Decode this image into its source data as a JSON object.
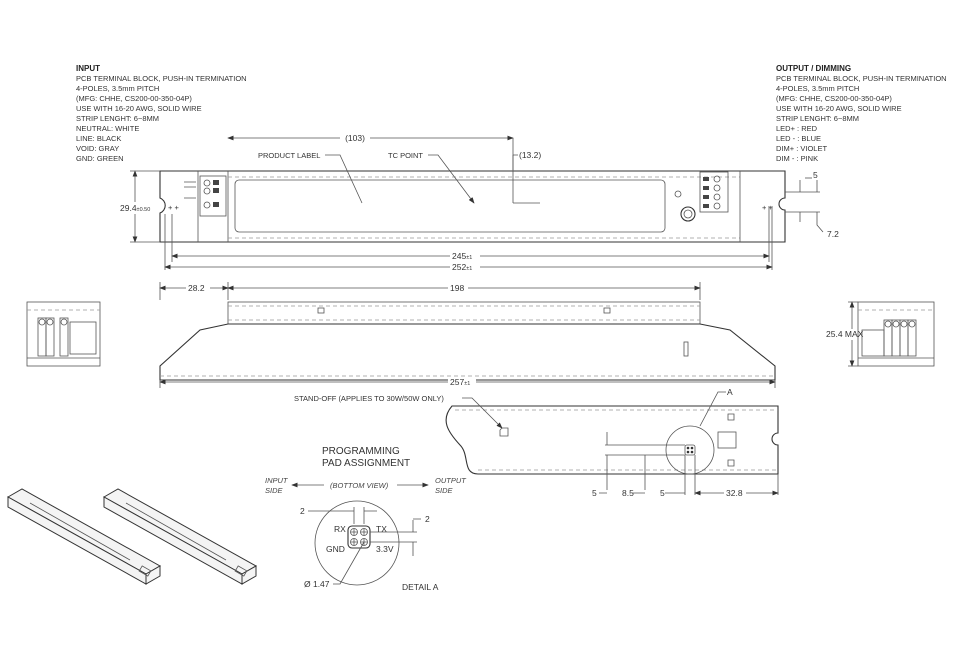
{
  "input_spec": {
    "title": "INPUT",
    "lines": [
      "PCB TERMINAL BLOCK, PUSH-IN TERMINATION",
      "4-POLES, 3.5mm PITCH",
      "(MFG: CHHE, CS200-00-350-04P)",
      "USE WITH 16-20 AWG, SOLID WIRE",
      "STRIP LENGHT: 6~8MM",
      "NEUTRAL: WHITE",
      "LINE: BLACK",
      "VOID: GRAY",
      "GND: GREEN"
    ]
  },
  "output_spec": {
    "title": "OUTPUT / DIMMING",
    "lines": [
      "PCB TERMINAL BLOCK, PUSH-IN TERMINATION",
      "4-POLES, 3.5mm PITCH",
      "(MFG: CHHE, CS200-00-350-04P)",
      "USE WITH 16-20 AWG, SOLID WIRE",
      "STRIP LENGHT: 6~8MM",
      "LED+ : RED",
      "LED - : BLUE",
      "DIM+ : VIOLET",
      "DIM - : PINK"
    ]
  },
  "top_view": {
    "product_label": "PRODUCT LABEL",
    "tc_point": "TC POINT",
    "dim_103": "(103)",
    "dim_13_2": "(13.2)",
    "dim_height": "29.4",
    "dim_height_tol": "±0.50",
    "dim_245": "245",
    "dim_252": "252",
    "tol_1": "±1",
    "dim_5": "5",
    "dim_7_2": "7.2"
  },
  "side_view": {
    "dim_28_2": "28.2",
    "dim_198": "198",
    "dim_257": "257",
    "tol_1": "±1",
    "dim_25_4": "25.4 MAX"
  },
  "bottom_view": {
    "standoff": "STAND-OFF (APPLIES TO 30W/50W ONLY)",
    "detail_ref": "A",
    "dims": [
      "5",
      "8.5",
      "5",
      "32.8"
    ]
  },
  "detail_a": {
    "title_1": "PROGRAMMING",
    "title_2": "PAD ASSIGNMENT",
    "input_side_1": "INPUT",
    "input_side_2": "SIDE",
    "bottom_view": "(BOTTOM VIEW)",
    "output_side_1": "OUTPUT",
    "output_side_2": "SIDE",
    "dim_2_top": "2",
    "dim_2_right": "2",
    "rx": "RX",
    "tx": "TX",
    "gnd": "GND",
    "v33": "3.3V",
    "diameter": "Ø 1.47",
    "caption": "DETAIL A"
  }
}
